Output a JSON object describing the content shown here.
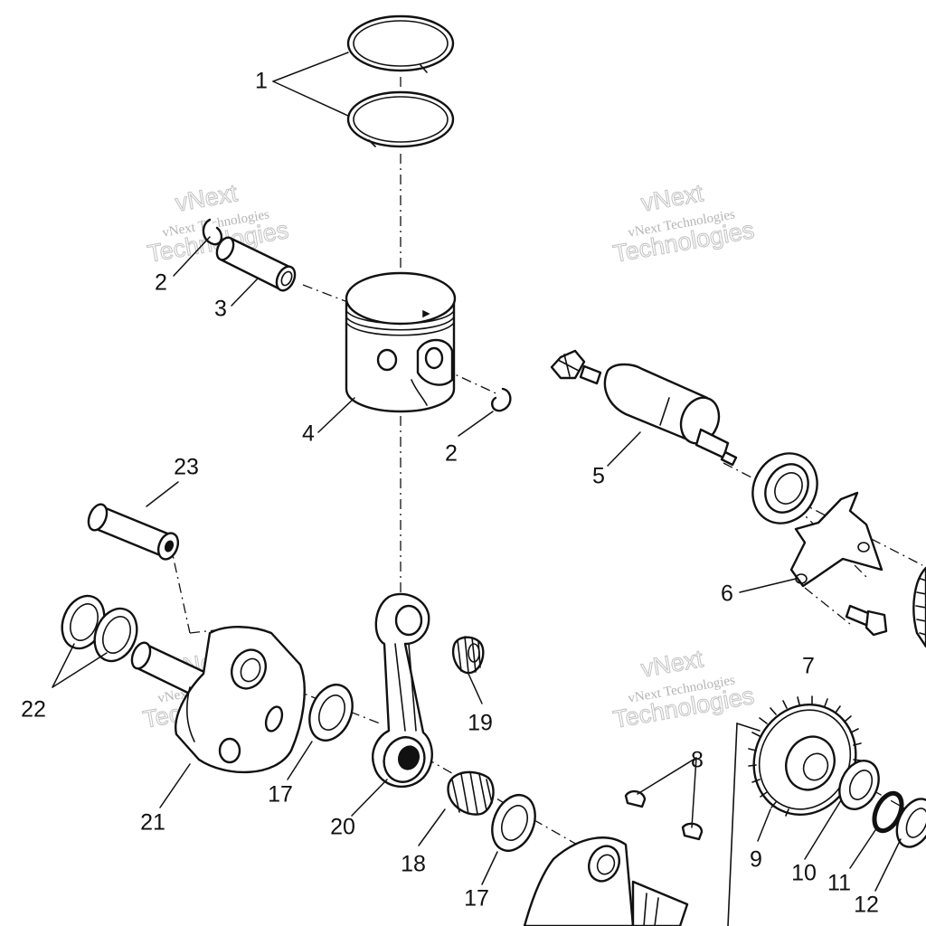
{
  "watermark": {
    "line1": "vNext",
    "line2": "vNext Technologies",
    "line3": "Technologies"
  },
  "callouts": {
    "c1": "1",
    "c2a": "2",
    "c2b": "2",
    "c3": "3",
    "c4": "4",
    "c5": "5",
    "c6": "6",
    "c7": "7",
    "c8": "8",
    "c9": "9",
    "c10": "10",
    "c11": "11",
    "c12": "12",
    "c17a": "17",
    "c17b": "17",
    "c18": "18",
    "c19": "19",
    "c20": "20",
    "c21": "21",
    "c22": "22",
    "c23": "23"
  }
}
